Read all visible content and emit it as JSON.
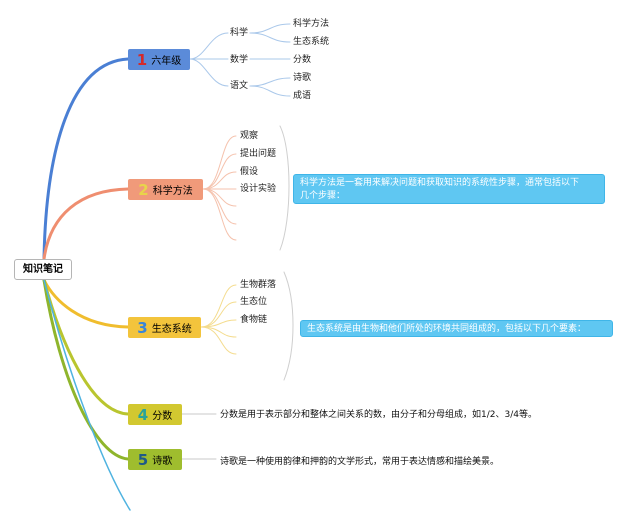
{
  "root": {
    "label": "知识笔记"
  },
  "branches": [
    {
      "num": "1",
      "label": "六年级",
      "fill": "#5b8bd9",
      "num_color": "#d42a2a",
      "line": "#4a7fd4"
    },
    {
      "num": "2",
      "label": "科学方法",
      "fill": "#f09a7a",
      "num_color": "#e8d44a",
      "line": "#ef8e70"
    },
    {
      "num": "3",
      "label": "生态系统",
      "fill": "#f3c43c",
      "num_color": "#3a85d8",
      "line": "#f0bd2e"
    },
    {
      "num": "4",
      "label": "分数",
      "fill": "#d2c830",
      "num_color": "#2aa39a",
      "line": "#b9c52f"
    },
    {
      "num": "5",
      "label": "诗歌",
      "fill": "#9fbd2e",
      "num_color": "#1f5a88",
      "line": "#8fb52c"
    }
  ],
  "grade6": {
    "subjects": [
      "科学",
      "数学",
      "语文"
    ],
    "science_items": [
      "科学方法",
      "生态系统"
    ],
    "math_items": [
      "分数"
    ],
    "chinese_items": [
      "诗歌",
      "成语"
    ]
  },
  "method": {
    "items": [
      "观察",
      "提出问题",
      "假设",
      "设计实验"
    ],
    "callout": [
      "科学方法是一套用来解决问题和获取知识的系统性步骤，通常包括以下",
      "几个步骤："
    ]
  },
  "ecosystem": {
    "items": [
      "生物群落",
      "生态位",
      "食物链"
    ],
    "callout": "生态系统是由生物和他们所处的环境共同组成的，包括以下几个要素："
  },
  "fraction_note": "分数是用于表示部分和整体之间关系的数，由分子和分母组成，如1/2、3/4等。",
  "poem_note": "诗歌是一种使用韵律和押韵的文学形式，常用于表达情感和描绘美景。",
  "colors": {
    "line_gray": "#aac8ea",
    "extra_line": "#4fb3e0"
  }
}
